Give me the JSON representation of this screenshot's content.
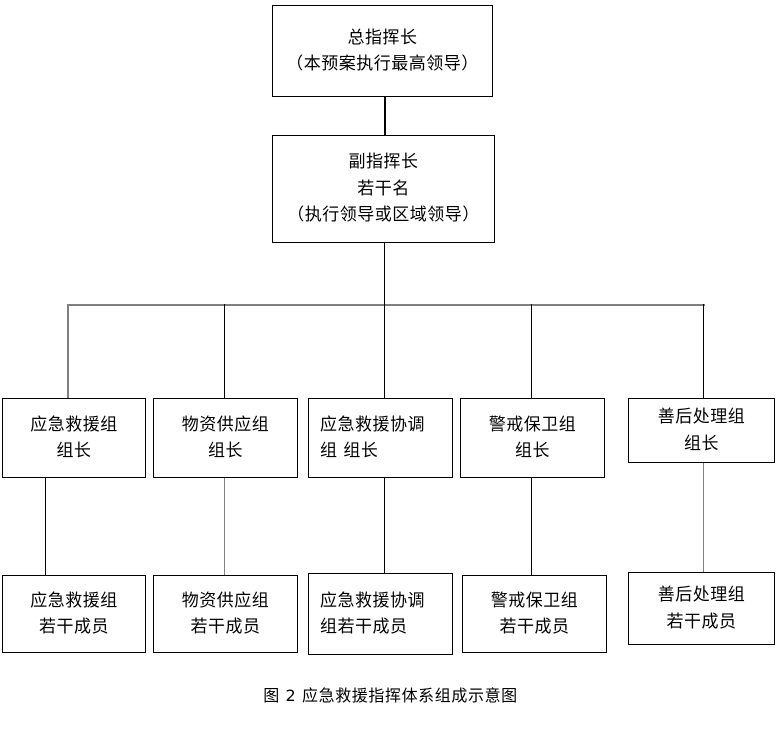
{
  "figure": {
    "caption": "图 2  应急救援指挥体系组成示意图",
    "line_color": "#808080",
    "box_border_color": "#000000",
    "background": "#ffffff"
  },
  "nodes": {
    "commander": {
      "line1": "总指挥长",
      "line2": "（本预案执行最高领导）"
    },
    "deputy_commander": {
      "line1": "副指挥长",
      "line2": "若干名",
      "line3": "（执行领导或区域领导）"
    }
  },
  "groups": [
    {
      "leader": {
        "line1": "应急救援组",
        "line2": "组长"
      },
      "members": {
        "line1": "应急救援组",
        "line2": "若干成员"
      }
    },
    {
      "leader": {
        "line1": "物资供应组",
        "line2": "组长"
      },
      "members": {
        "line1": "物资供应组",
        "line2": "若干成员"
      }
    },
    {
      "leader": {
        "line1": "应急救援协调",
        "line2": "组 组长"
      },
      "members": {
        "line1": "应急救援协调",
        "line2": "组若干成员"
      }
    },
    {
      "leader": {
        "line1": "警戒保卫组",
        "line2": "组长"
      },
      "members": {
        "line1": "警戒保卫组",
        "line2": "若干成员"
      }
    },
    {
      "leader": {
        "line1": "善后处理组",
        "line2": "组长"
      },
      "members": {
        "line1": "善后处理组",
        "line2": "若干成员"
      }
    }
  ]
}
